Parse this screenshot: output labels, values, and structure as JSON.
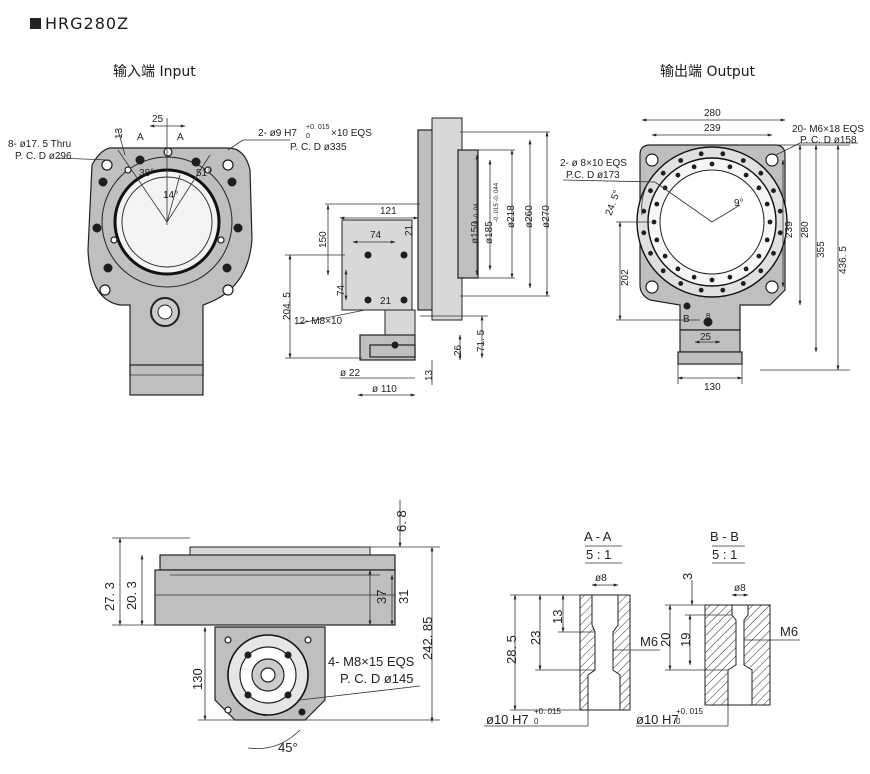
{
  "header": {
    "model": "HRG280Z"
  },
  "views": {
    "input_label": "输入端 Input",
    "output_label": "输出端 Output"
  },
  "input_view": {
    "holes_note": "8- ø17. 5 Thru",
    "holes_pcd": "P. C. D  ø296",
    "pins_note": "2- ø9 H7",
    "pins_tol": "+0. 015",
    "pins_tol_low": "0",
    "pins_depth": "×10 EQS",
    "pins_pcd": "P. C. D ø335",
    "dim_25": "25",
    "dim_13": "13",
    "ang_38": "38°",
    "ang_51": "51°",
    "ang_14": "14°",
    "mark_a1": "A",
    "mark_a2": "A"
  },
  "side_view": {
    "d121": "121",
    "d74h": "74",
    "d21a": "21",
    "d150": "150",
    "d2045": "204. 5",
    "d74v": "74",
    "d21b": "21",
    "tap": "12- M8×10",
    "d715": "71. 5",
    "d26": "26",
    "d22": "ø 22",
    "d110": "ø 110",
    "d13": "13",
    "d150f": "ø150",
    "d150f_tol": "0 -0. 04",
    "d185": "ø185",
    "d185_tol": "-0. 015 -0. 044",
    "d218": "ø218",
    "d260": "ø260",
    "d270": "ø270"
  },
  "output_view": {
    "d280": "280",
    "d239": "239",
    "tap_note": "20- M6×18  EQS",
    "tap_pcd": "P. C. D  ø158",
    "hole_note": "2- ø 8×10 EQS",
    "hole_pcd": "P.C. D  ø173",
    "ang_245": "24. 5°",
    "ang_9": "9°",
    "v239": "239",
    "v280": "280",
    "v355": "355",
    "v4365": "436. 5",
    "v202": "202",
    "d25": "25",
    "d130": "130",
    "mark_b1": "B",
    "mark_b2": "B"
  },
  "bottom_view": {
    "d68": "6. 8",
    "d273": "27. 3",
    "d203": "20. 3",
    "d37": "37",
    "d31": "31",
    "d24285": "242. 85",
    "d130": "130",
    "tap": "4- M8×15 EQS",
    "pcd": "P. C. D  ø145",
    "ang45": "45°"
  },
  "section_aa": {
    "title": "A - A",
    "scale": "5 : 1",
    "d8": "ø8",
    "d285": "28. 5",
    "d23": "23",
    "d13": "13",
    "m6": "M6",
    "d10": "ø10  H7",
    "tol": "+0. 015",
    "tol0": "0"
  },
  "section_bb": {
    "title": "B - B",
    "scale": "5 : 1",
    "d3": "3",
    "d8": "ø8",
    "d20": "20",
    "d19": "19",
    "m6": "M6",
    "d10": "ø10  H7",
    "tol": "+0. 015",
    "tol0": "0"
  }
}
